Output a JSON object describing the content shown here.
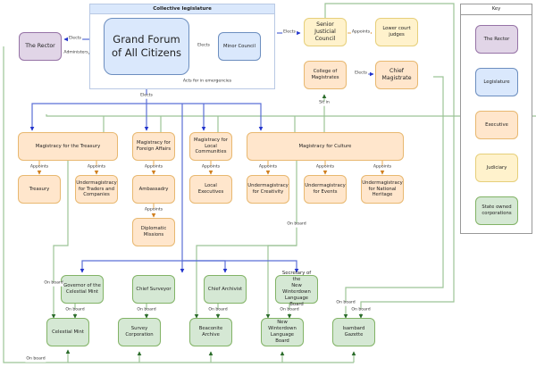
{
  "legislature_container": {
    "title": "Collective legislature"
  },
  "nodes": {
    "rector": "The Rector",
    "grand_forum": "Grand Forum\nof All Citizens",
    "minor_council": "Minor Council",
    "senior_judicial": "Senior Justicial\nCouncil",
    "lower_court": "Lower court\njudges",
    "college": "College of\nMagistrates",
    "chief_magistrate": "Chief\nMagistrate",
    "treasury_mag": "Magistracy for the Treasury",
    "foreign_mag": "Magistracy for\nForeign Affairs",
    "local_mag": "Magistracy for\nLocal Communities",
    "culture_mag": "Magistracy for Culture",
    "treasury": "Treasury",
    "traders": "Undermagistracy\nfor Traders and\nCompanies",
    "ambassadry": "Ambassadry",
    "diplomatic": "Diplomatic\nMissions",
    "local_exec": "Local Executives",
    "creativity": "Undermagistracy\nfor Creativity",
    "events": "Undermagistracy\nfor Events",
    "heritage": "Undermagistracy\nfor National\nHeritage",
    "gov_mint": "Governor of the\nCelestial Mint",
    "chief_surveyor": "Chief Surveyor",
    "chief_archivist": "Chief Archivist",
    "secretary_lang": "Secretary of the\nNew Winterdown\nLanguage Board",
    "celestial_mint": "Celestial Mint",
    "survey_corp": "Survey Corporation",
    "beaconite": "Beaconite Archive",
    "lang_board": "New Winterdown\nLanguage Board",
    "gazette": "Isambard Gazette"
  },
  "edge_labels": {
    "elects": "Elects",
    "administers": "Administers",
    "acts_for": "Acts for in emergencies",
    "appoints": "Appoints",
    "sit_in": "Sit in",
    "on_board": "On board"
  },
  "key": {
    "title": "Key",
    "items": [
      "The Rector",
      "Legislature",
      "Executive",
      "Judiciary",
      "State owned\ncorporations"
    ]
  },
  "colors": {
    "legislature_edge": "#5b6fd6",
    "rector_edge": "#82b366",
    "appoint_edge": "#e0a060",
    "neutral_edge": "#888888"
  }
}
